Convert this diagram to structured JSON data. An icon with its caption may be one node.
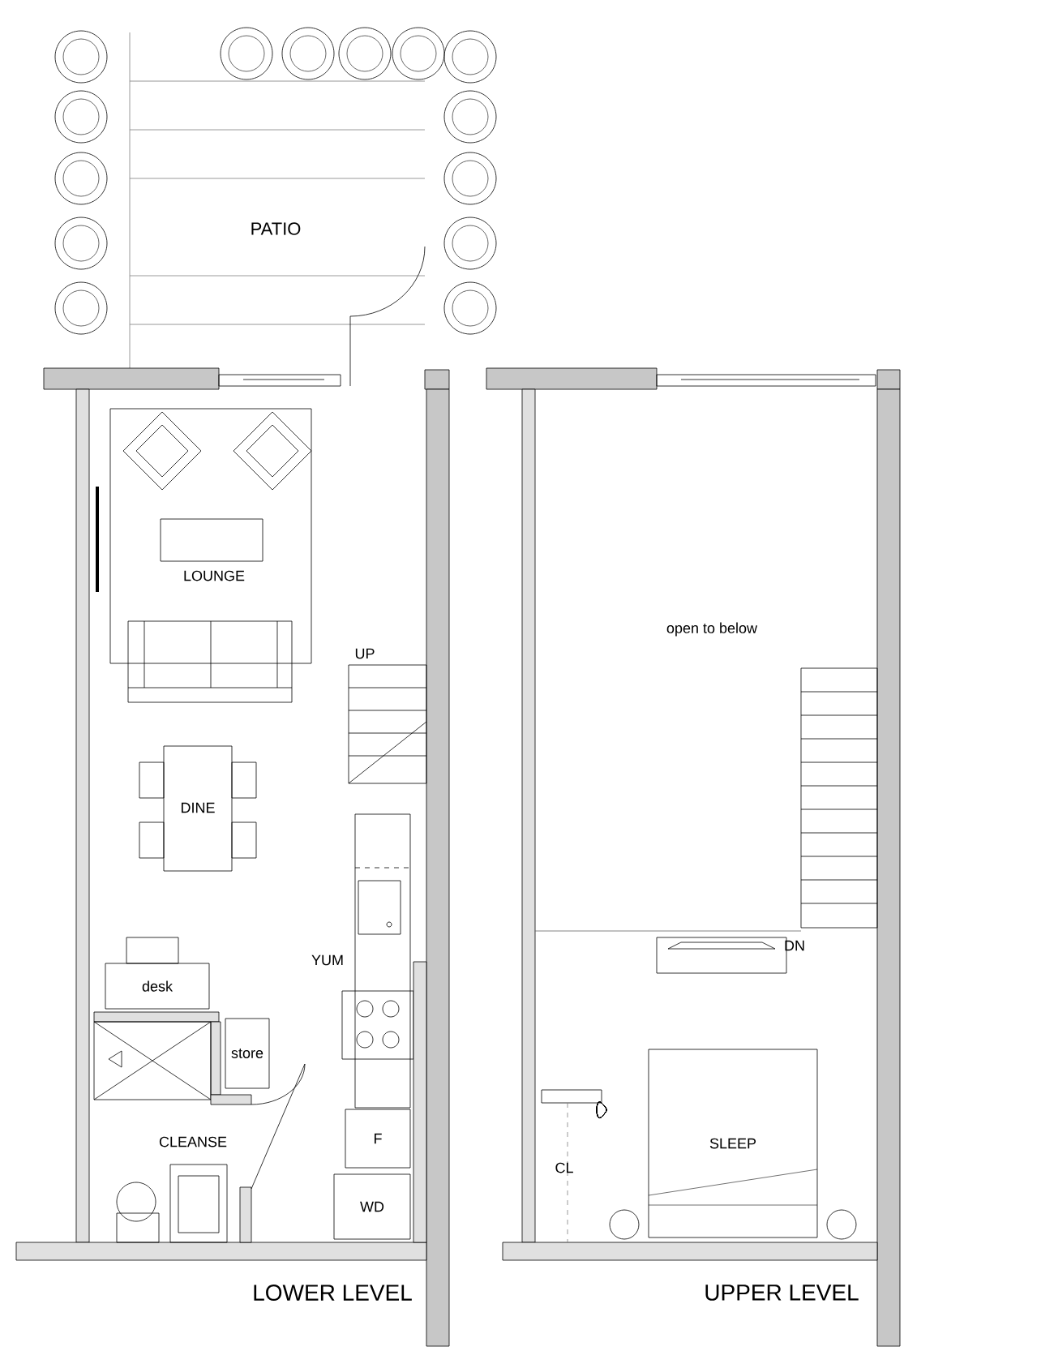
{
  "diagram": {
    "nodes": [
      {
        "text": [
          "desk"
        ]
      },
      {
        "text": [
          "store"
        ]
      },
      {
        "text": [
          "F"
        ]
      },
      {
        "text": [
          "WD"
        ]
      },
      {
        "text": [
          "SLEEP"
        ]
      }
    ],
    "labels": [
      "PATIO",
      "LOUNGE",
      "UP",
      "DINE",
      "YUM",
      "CLEANSE",
      "LOWER LEVEL",
      "open to below",
      "DN",
      "CL",
      "UPPER LEVEL"
    ]
  }
}
